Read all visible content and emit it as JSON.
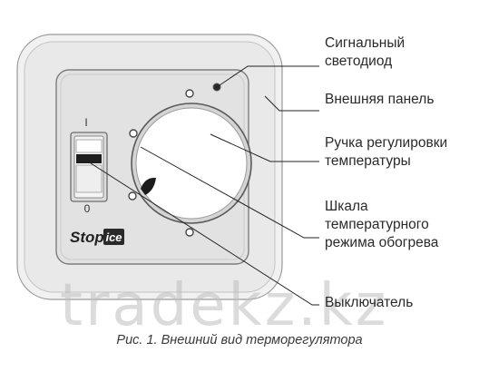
{
  "labels": {
    "signal_led": [
      "Сигнальный",
      "светодиод"
    ],
    "outer_panel": "Внешняя панель",
    "knob": [
      "Ручка регулировки",
      "температуры"
    ],
    "scale": [
      "Шкала",
      "температурного",
      "режима обогрева"
    ],
    "switch": "Выключатель"
  },
  "switch_marks": {
    "on": "I",
    "off": "0"
  },
  "logo": {
    "text": "Stop",
    "badge": "ice"
  },
  "caption": "Рис. 1.  Внешний вид терморегулятора",
  "watermark": "tradekz.kz",
  "colors": {
    "frame": "#ededed",
    "inner": "#e4e4e4",
    "line": "#222222",
    "knob": "#ffffff"
  }
}
